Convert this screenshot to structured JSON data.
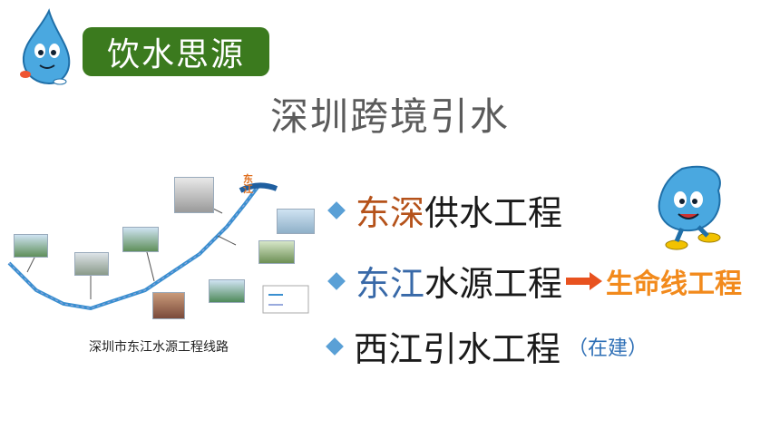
{
  "badge": {
    "text": "饮水思源",
    "color": "#3b7a1e"
  },
  "title": "深圳跨境引水",
  "bullets": [
    {
      "part1": "东深",
      "part2": "供水工程"
    },
    {
      "part1": "东江",
      "part2": "水源工程",
      "arrow_target": "生命线工程"
    },
    {
      "part1": "西江引水工程",
      "note": "（在建）"
    }
  ],
  "map": {
    "caption": "深圳市东江水源工程线路",
    "river_label": "东江"
  },
  "icons": [
    "water-drop-mascot-icon",
    "water-drop-skating-mascot-icon",
    "diamond-bullet-icon",
    "right-arrow-icon"
  ]
}
